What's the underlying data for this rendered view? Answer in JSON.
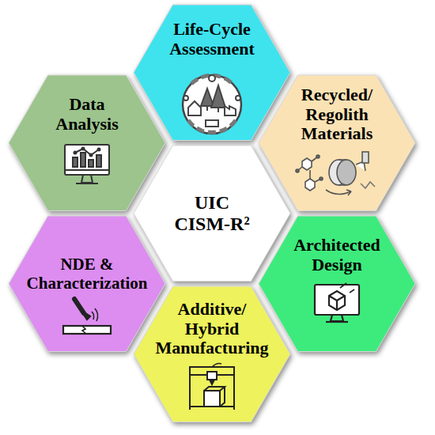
{
  "diagram": {
    "nodes": [
      {
        "text": [
          "Life-Cycle Assessment"
        ]
      },
      {
        "text": [
          "Data Analysis"
        ]
      },
      {
        "text": [
          "Recycled/ Regolith Materials"
        ]
      },
      {
        "text": [
          "UIC CISM-R²"
        ]
      },
      {
        "text": [
          "NDE & Characterization"
        ]
      },
      {
        "text": [
          "Architected Design"
        ]
      },
      {
        "text": [
          "Additive/ Hybrid Manufacturing"
        ]
      }
    ]
  }
}
